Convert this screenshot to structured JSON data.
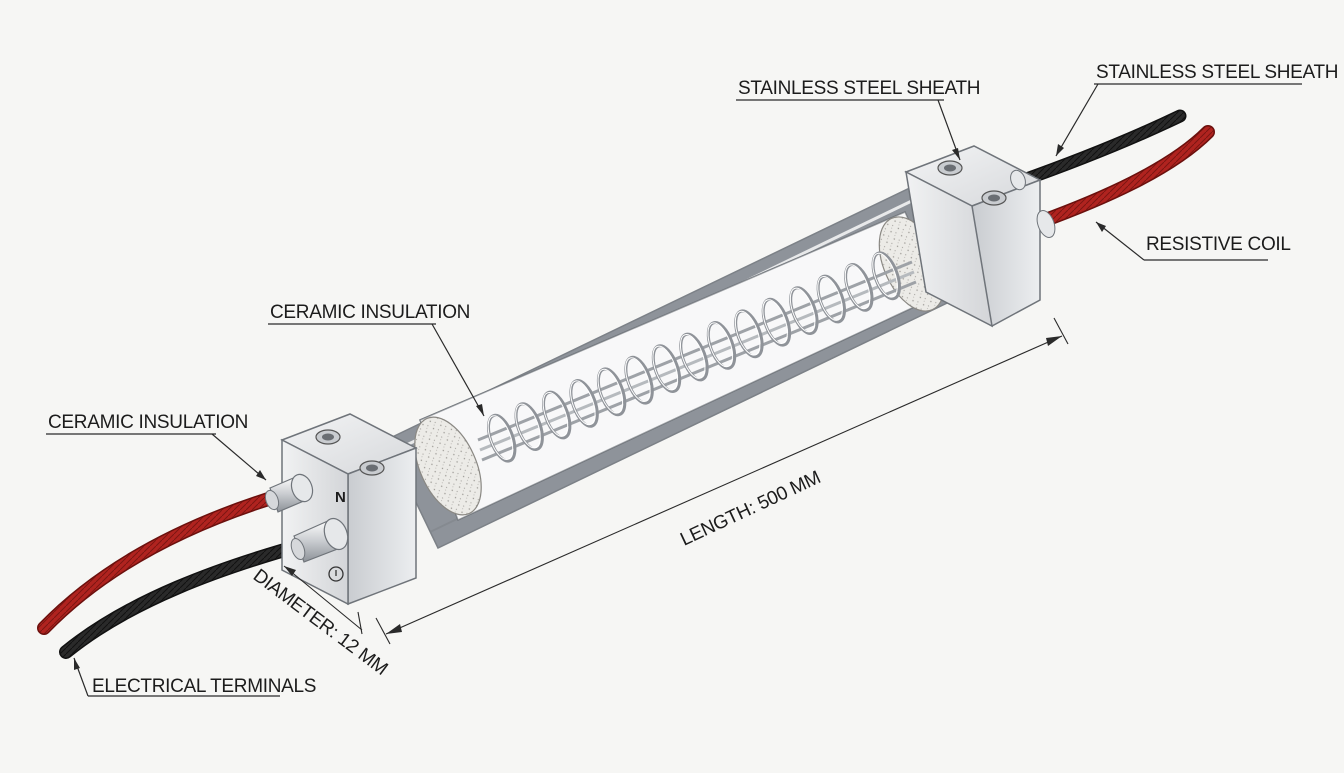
{
  "labels": {
    "sheath_top": "STAINLESS STEEL SHEATH",
    "sheath_right": "STAINLESS STEEL SHEATH",
    "resistive_coil": "RESISTIVE COIL",
    "ceramic_mid": "CERAMIC INSULATION",
    "ceramic_left": "CERAMIC INSULATION",
    "electrical_terminals": "ELECTRICAL TERMINALS",
    "length": "LENGTH: 500 MM",
    "diameter": "DIAMETER: 12 MM",
    "terminal_mark": "N"
  },
  "colors": {
    "wire_red": "#b0231f",
    "wire_black": "#222222",
    "steel_light": "#e9eaec",
    "steel_dark": "#8e939a",
    "ceramic": "#e6e4df"
  }
}
